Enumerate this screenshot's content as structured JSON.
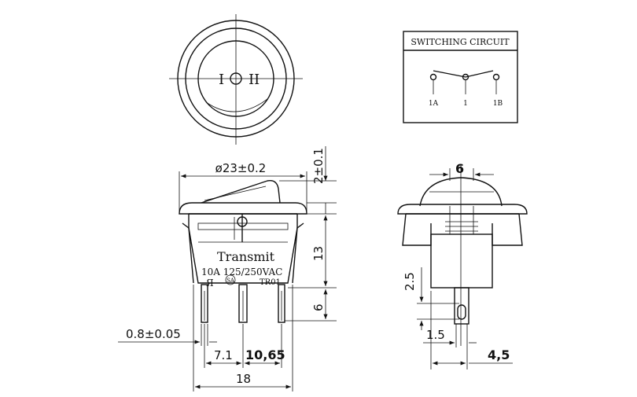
{
  "top_view": {
    "symbol_off": "I",
    "symbol_on": "II",
    "symbol_dot": "O"
  },
  "circuit_box": {
    "title": "SWITCHING CIRCUIT",
    "terminal_left": "1A",
    "terminal_mid": "1",
    "terminal_right": "1B"
  },
  "front_view": {
    "brand": "Transmit",
    "rating": "10A  125/250VAC",
    "approval_mark": "SA",
    "model": "TR01"
  },
  "dimensions": {
    "diameter": "ø23±0.2",
    "top_height": "2±0.1",
    "body_height": "13",
    "pin_height": "6",
    "pin_thickness": "0.8±0.05",
    "pitch_small": "7.1",
    "pitch_large": "10,65",
    "overall_width": "18",
    "side_top": "6",
    "side_pin_offset": "2.5",
    "side_pin_width": "1.5",
    "side_pin_depth": "4,5"
  }
}
